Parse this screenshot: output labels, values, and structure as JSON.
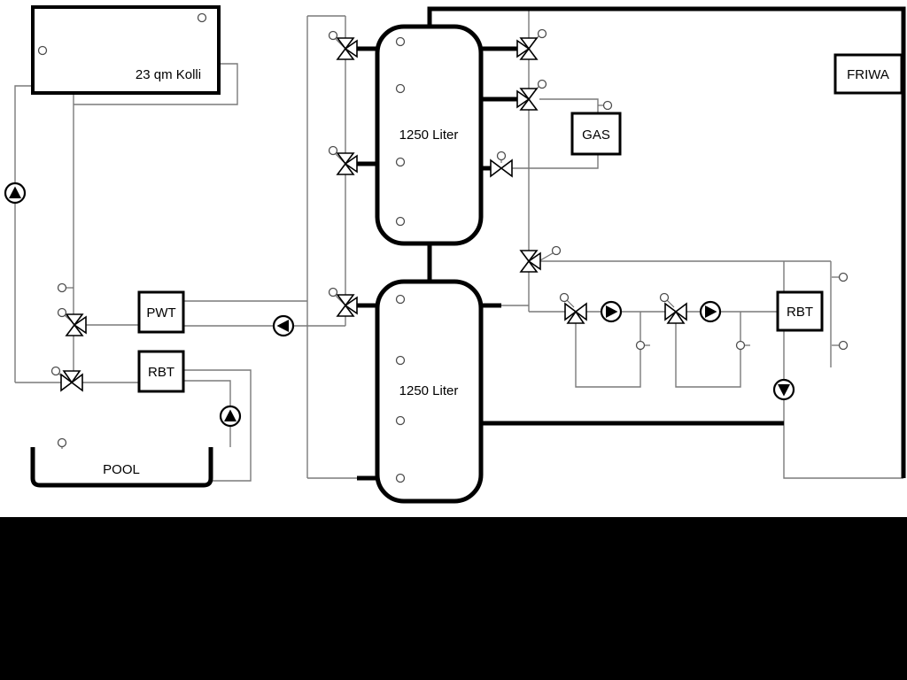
{
  "colors": {
    "background": "#ffffff",
    "pipes": "#7a7a7a",
    "structure": "#000000",
    "footer_band": "#000000"
  },
  "labels": {
    "collector": "23 qm Kolli",
    "tank1": "1250 Liter",
    "tank2": "1250 Liter",
    "pwt": "PWT",
    "rbt_left": "RBT",
    "gas": "GAS",
    "friwa": "FRIWA",
    "rbt_right": "RBT",
    "pool": "POOL"
  },
  "components": {
    "pumps": [
      {
        "icon": "pump-icon",
        "name": "solar-pump",
        "direction": "up"
      },
      {
        "icon": "pump-icon",
        "name": "tank-charge-pump",
        "direction": "left"
      },
      {
        "icon": "pump-icon",
        "name": "pool-pump",
        "direction": "up"
      },
      {
        "icon": "pump-icon",
        "name": "heating-circuit-1-pump",
        "direction": "right"
      },
      {
        "icon": "pump-icon",
        "name": "heating-circuit-2-pump",
        "direction": "right"
      },
      {
        "icon": "pump-icon",
        "name": "circulation-pump",
        "direction": "down"
      }
    ],
    "valves": {
      "three_way_motor_valve_count": 11
    },
    "sensors": {
      "temperature_sensor_count": 28
    }
  }
}
